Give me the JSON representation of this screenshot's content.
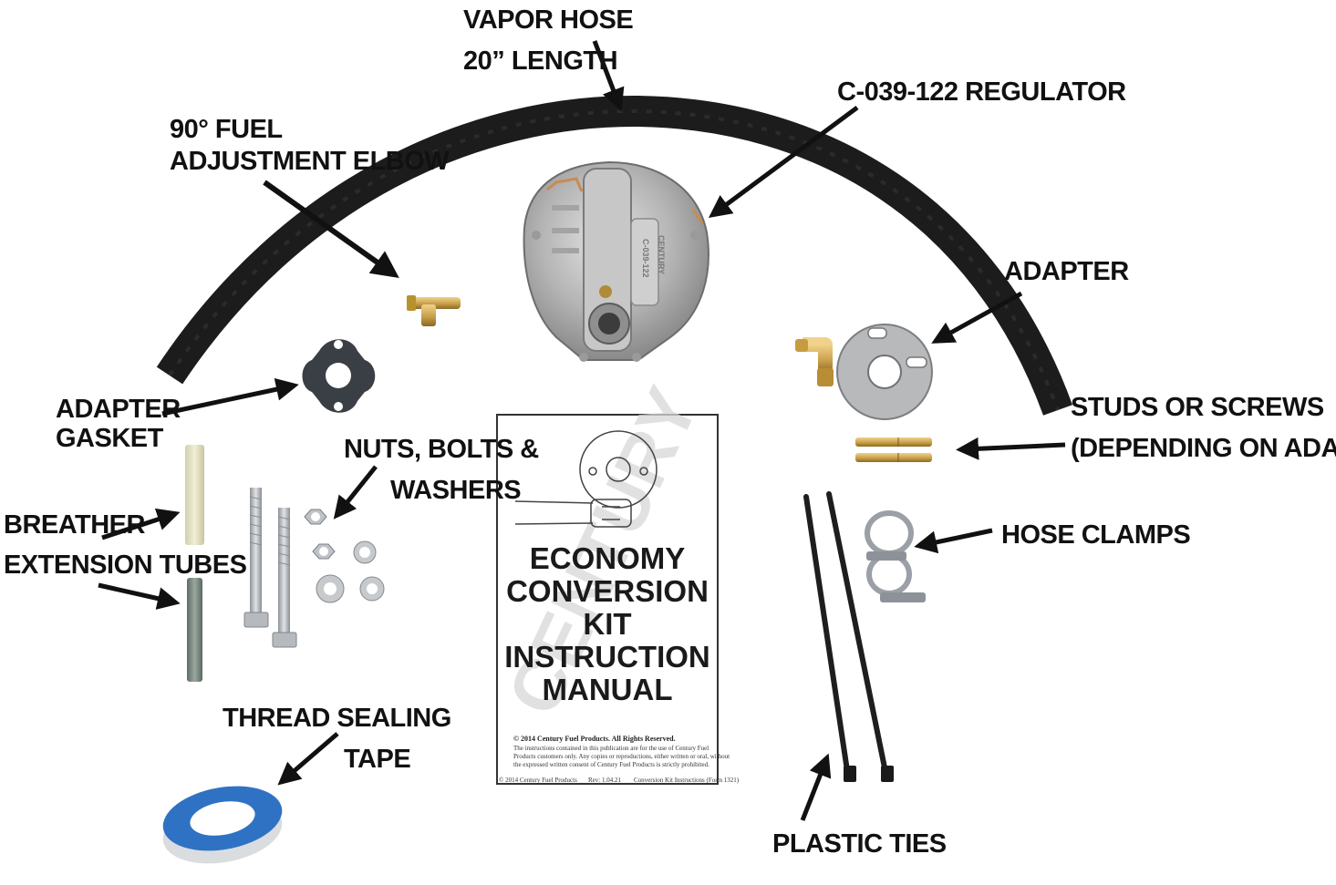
{
  "labels": {
    "vapor_hose_1": "VAPOR HOSE",
    "vapor_hose_2": "20” LENGTH",
    "regulator": "C-039-122 REGULATOR",
    "elbow_1": "90° FUEL",
    "elbow_2": "ADJUSTMENT ELBOW",
    "adapter": "ADAPTER",
    "gasket_1": "ADAPTER",
    "gasket_2": "GASKET",
    "studs_1": "STUDS OR SCREWS",
    "studs_2": "(DEPENDING ON ADAPTER)",
    "nuts_1": "NUTS, BOLTS &",
    "nuts_2": "WASHERS",
    "breather_1": "BREATHER",
    "breather_2": "EXTENSION TUBES",
    "clamps": "HOSE CLAMPS",
    "tape_1": "THREAD SEALING",
    "tape_2": "TAPE",
    "ties": "PLASTIC TIES"
  },
  "manual": {
    "title_1": "ECONOMY",
    "title_2": "CONVERSION",
    "title_3": "KIT",
    "title_4": "INSTRUCTION",
    "title_5": "MANUAL",
    "watermark": "CENTURY",
    "copyright": "©   2014  Century  Fuel  Products.  All  Rights  Reserved.",
    "fine_1": "The  instructions contained  in  this publication are for  the use of Century Fuel",
    "fine_2": "Products customers only. Any copies or reproductions, either written or oral, without",
    "fine_3": "the  expressed  written  consent  of  Century  Fuel  Products  is  strictly  prohibited.",
    "footer_left": "© 2014 Century Fuel Products",
    "footer_mid": "Rev: 1.04.21",
    "footer_right": "Conversion Kit Instructions    (Form 1321)"
  },
  "regulator_plate": {
    "brand": "CENTURY",
    "model": "C-039-122"
  },
  "colors": {
    "hose": "#1c1c1c",
    "brass": "#c9a04a",
    "regulator": "#b9b9b9",
    "gasket": "#3a3f45",
    "tape_blue": "#2f72c4",
    "tube_cream": "#e8e6c8",
    "tube_gray": "#7f8f86",
    "arrow": "#111111"
  }
}
